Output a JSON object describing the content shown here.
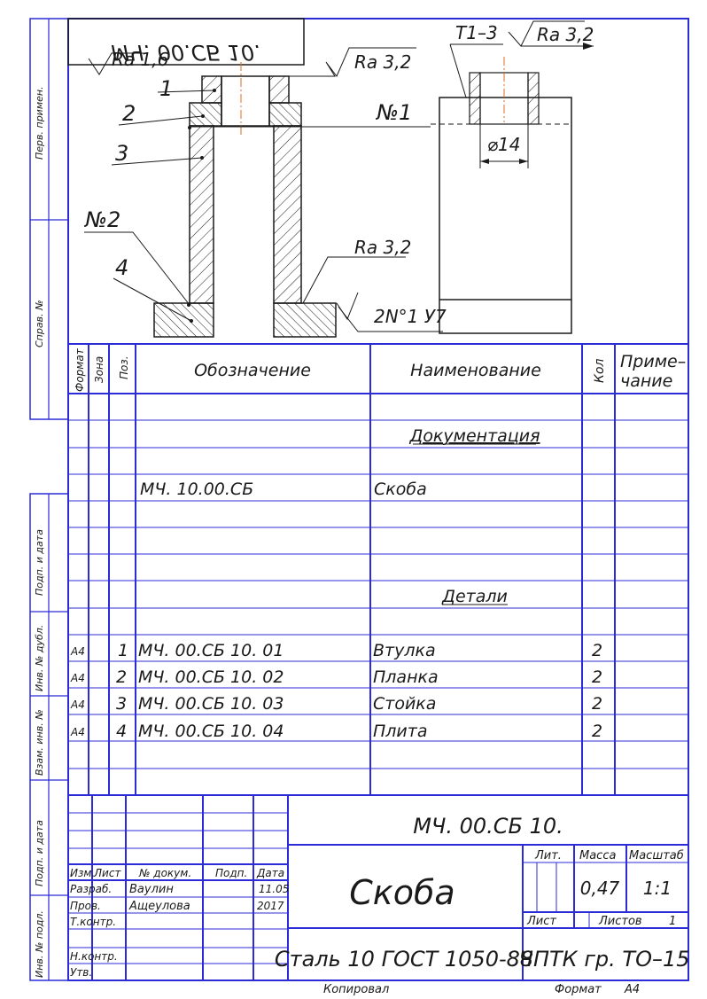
{
  "drawing": {
    "title_box_mirrored": "МЧ. 00.СБ 10.",
    "ra_top_left": "Ra 1,6",
    "ra_top_mid": "Ra 3,2",
    "ra_top_right": "Ra 3,2",
    "ra_bottom": "Ra 3,2",
    "tolerance": "Т1–3",
    "weld_1": "№1",
    "weld_2": "№2",
    "weld_note": "2N°1 У7",
    "diameter": "⌀14",
    "callouts": [
      "1",
      "2",
      "3",
      "4"
    ]
  },
  "side_strip": {
    "upper": [
      "Перв. примен.",
      "Справ. №"
    ],
    "lower": [
      "Подп. и дата",
      "Инв. № дубл.",
      "Взам. инв. №",
      "Подп. и дата",
      "Инв. № подл."
    ]
  },
  "spec": {
    "headers": {
      "format": "Формат",
      "zone": "Зона",
      "pos": "Поз.",
      "designation": "Обозначение",
      "name": "Наименование",
      "qty": "Кол",
      "note": "Приме-\nчание"
    },
    "note_header_line1": "Приме–",
    "note_header_line2": "чание",
    "section_docs": "Документация",
    "doc_designation": "МЧ. 10.00.СБ",
    "doc_name": "Скоба",
    "section_parts": "Детали",
    "parts": [
      {
        "format": "А4",
        "pos": "1",
        "designation": "МЧ. 00.СБ 10. 01",
        "name": "Втулка",
        "qty": "2"
      },
      {
        "format": "А4",
        "pos": "2",
        "designation": "МЧ. 00.СБ 10. 02",
        "name": "Планка",
        "qty": "2"
      },
      {
        "format": "А4",
        "pos": "3",
        "designation": "МЧ. 00.СБ 10. 03",
        "name": "Стойка",
        "qty": "2"
      },
      {
        "format": "А4",
        "pos": "4",
        "designation": "МЧ. 00.СБ 10. 04",
        "name": "Плита",
        "qty": "2"
      }
    ]
  },
  "title_block": {
    "doc_code": "МЧ. 00.СБ 10.",
    "title": "Скоба",
    "material": "Сталь 10  ГОСТ 1050-88",
    "org": "ЧПТК гр. ТО–15",
    "lit_label": "Лит.",
    "mass_label": "Масса",
    "scale_label": "Масштаб",
    "mass": "0,47",
    "scale": "1:1",
    "sheet_label": "Лист",
    "sheets_label": "Листов",
    "sheets": "1",
    "col_izm": "Изм.",
    "col_list": "Лист",
    "col_doc": "№ докум.",
    "col_sign": "Подп.",
    "col_date": "Дата",
    "row_razrab": "Разраб.",
    "row_prov": "Пров.",
    "row_tkontr": "Т.контр.",
    "row_nkontr": "Н.контр.",
    "row_utv": "Утв.",
    "razrab_name": "Ваулин",
    "prov_name": "Ащеулова",
    "date_1": "11.05",
    "date_2": "2017",
    "copied": "Копировал",
    "format_label": "Формат",
    "format_value": "А4"
  }
}
